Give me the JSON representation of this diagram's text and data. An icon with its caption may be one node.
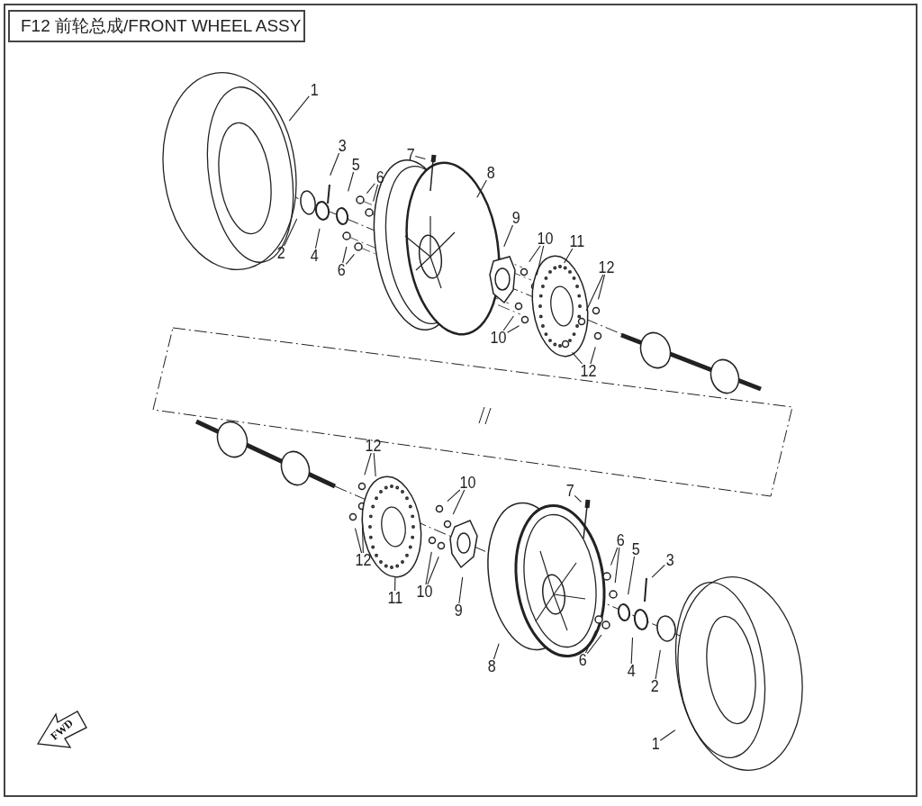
{
  "diagram": {
    "nodes": [
      {
        "text": [
          "F12 前轮总成/FRONT WHEEL ASSY"
        ]
      },
      {
        "text": [
          "1"
        ]
      },
      {
        "text": [
          "7"
        ]
      },
      {
        "text": [
          "3"
        ]
      },
      {
        "text": [
          "5"
        ]
      },
      {
        "text": [
          "8"
        ]
      },
      {
        "text": [
          "6"
        ]
      },
      {
        "text": [
          "9"
        ]
      },
      {
        "text": [
          "10"
        ]
      },
      {
        "text": [
          "11"
        ]
      },
      {
        "text": [
          "2"
        ]
      },
      {
        "text": [
          "4"
        ]
      },
      {
        "text": [
          "12"
        ]
      },
      {
        "text": [
          "6"
        ]
      },
      {
        "text": [
          "10"
        ]
      },
      {
        "text": [
          "12"
        ]
      },
      {
        "text": [
          "12"
        ]
      },
      {
        "text": [
          "10"
        ]
      },
      {
        "text": [
          "7"
        ]
      },
      {
        "text": [
          "6"
        ]
      },
      {
        "text": [
          "5"
        ]
      },
      {
        "text": [
          "3"
        ]
      },
      {
        "text": [
          "12"
        ]
      },
      {
        "text": [
          "11"
        ]
      },
      {
        "text": [
          "10"
        ]
      },
      {
        "text": [
          "9"
        ]
      },
      {
        "text": [
          "8"
        ]
      },
      {
        "text": [
          "6"
        ]
      },
      {
        "text": [
          "4"
        ]
      },
      {
        "text": [
          "2"
        ]
      },
      {
        "text": [
          "1"
        ]
      }
    ],
    "edges": [
      {
        "from": 1,
        "to": null,
        "arrow": "none"
      },
      {
        "from": 2,
        "to": null,
        "arrow": "none"
      },
      {
        "from": 3,
        "to": null,
        "arrow": "none"
      },
      {
        "from": 4,
        "to": null,
        "arrow": "none"
      },
      {
        "from": 5,
        "to": null,
        "arrow": "none"
      },
      {
        "from": 6,
        "to": null,
        "arrow": "none"
      },
      {
        "from": 6,
        "to": null,
        "arrow": "none"
      },
      {
        "from": 7,
        "to": null,
        "arrow": "none"
      },
      {
        "from": 8,
        "to": null,
        "arrow": "none"
      },
      {
        "from": 8,
        "to": null,
        "arrow": "none"
      },
      {
        "from": 9,
        "to": null,
        "arrow": "none"
      },
      {
        "from": 10,
        "to": null,
        "arrow": "none"
      },
      {
        "from": 11,
        "to": null,
        "arrow": "none"
      },
      {
        "from": 12,
        "to": null,
        "arrow": "none"
      },
      {
        "from": 12,
        "to": null,
        "arrow": "none"
      },
      {
        "from": 13,
        "to": null,
        "arrow": "none"
      },
      {
        "from": 13,
        "to": null,
        "arrow": "none"
      },
      {
        "from": 14,
        "to": null,
        "arrow": "none"
      },
      {
        "from": 14,
        "to": null,
        "arrow": "none"
      },
      {
        "from": 15,
        "to": null,
        "arrow": "none"
      },
      {
        "from": 15,
        "to": null,
        "arrow": "none"
      },
      {
        "from": 16,
        "to": null,
        "arrow": "none"
      },
      {
        "from": 16,
        "to": null,
        "arrow": "none"
      },
      {
        "from": 17,
        "to": null,
        "arrow": "none"
      },
      {
        "from": 17,
        "to": null,
        "arrow": "none"
      },
      {
        "from": 18,
        "to": null,
        "arrow": "none"
      },
      {
        "from": 19,
        "to": null,
        "arrow": "none"
      },
      {
        "from": 19,
        "to": null,
        "arrow": "none"
      },
      {
        "from": 20,
        "to": null,
        "arrow": "none"
      },
      {
        "from": 21,
        "to": null,
        "arrow": "none"
      },
      {
        "from": 22,
        "to": null,
        "arrow": "none"
      },
      {
        "from": 22,
        "to": null,
        "arrow": "none"
      },
      {
        "from": 23,
        "to": null,
        "arrow": "none"
      },
      {
        "from": 24,
        "to": null,
        "arrow": "none"
      },
      {
        "from": 24,
        "to": null,
        "arrow": "none"
      },
      {
        "from": 25,
        "to": null,
        "arrow": "none"
      },
      {
        "from": 26,
        "to": null,
        "arrow": "none"
      },
      {
        "from": 27,
        "to": null,
        "arrow": "none"
      },
      {
        "from": 27,
        "to": null,
        "arrow": "none"
      },
      {
        "from": 28,
        "to": null,
        "arrow": "none"
      },
      {
        "from": 29,
        "to": null,
        "arrow": "none"
      },
      {
        "from": 30,
        "to": null,
        "arrow": "none"
      }
    ],
    "labels": [
      "FWD"
    ]
  }
}
